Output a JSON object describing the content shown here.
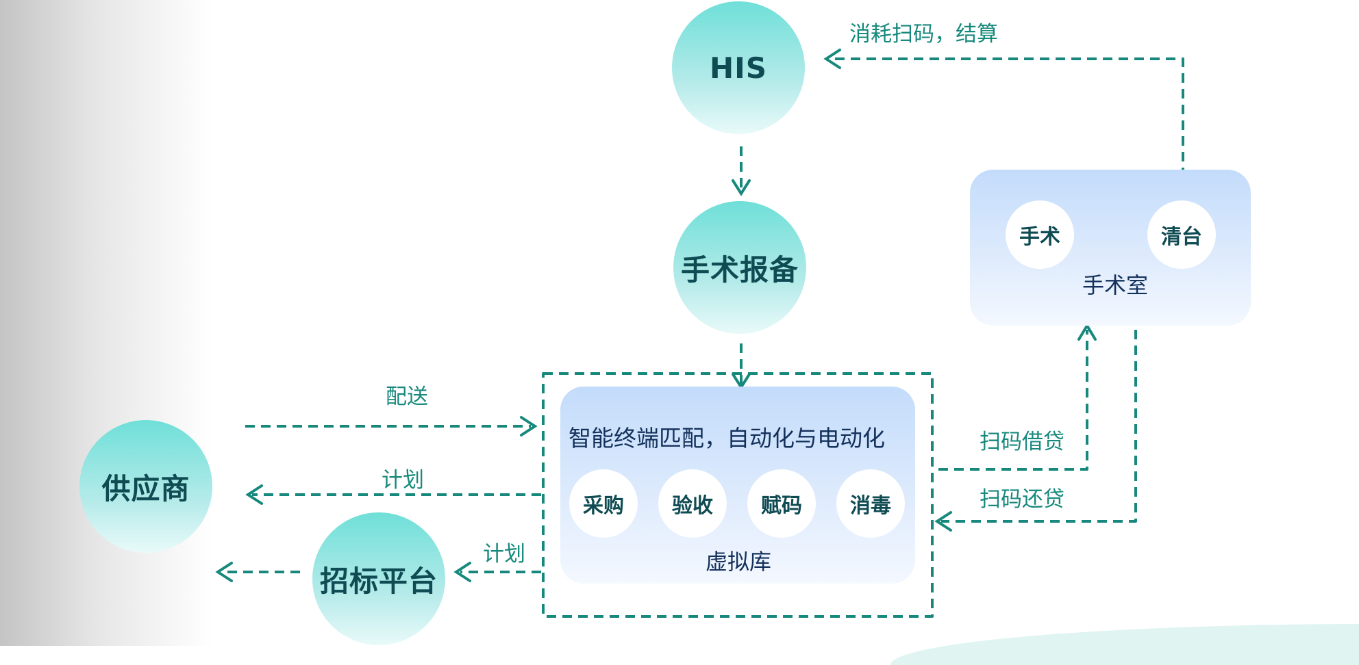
{
  "nodes": {
    "his": "HIS",
    "surgery_report": "手术报备",
    "supplier": "供应商",
    "bidding": "招标平台"
  },
  "operating_room": {
    "title": "手术室",
    "step1": "手术",
    "step2": "清台"
  },
  "virtual_store": {
    "title": "智能终端匹配，自动化与电动化",
    "items": [
      "采购",
      "验收",
      "赋码",
      "消毒"
    ],
    "caption": "虚拟库"
  },
  "edges": {
    "consume_scan": "消耗扫码，结算",
    "delivery": "配送",
    "plan_to_supplier": "计划",
    "plan_to_bidding": "计划",
    "scan_borrow": "扫码借贷",
    "scan_return": "扫码还贷"
  },
  "colors": {
    "arrow": "#17897c",
    "circle_top": "#6fdfd8",
    "circle_bottom": "#e8faf9",
    "panel_top": "#c3dcfb",
    "panel_bottom": "#f4f8ff",
    "node_text": "#0f4b52",
    "panel_text": "#14315c"
  }
}
